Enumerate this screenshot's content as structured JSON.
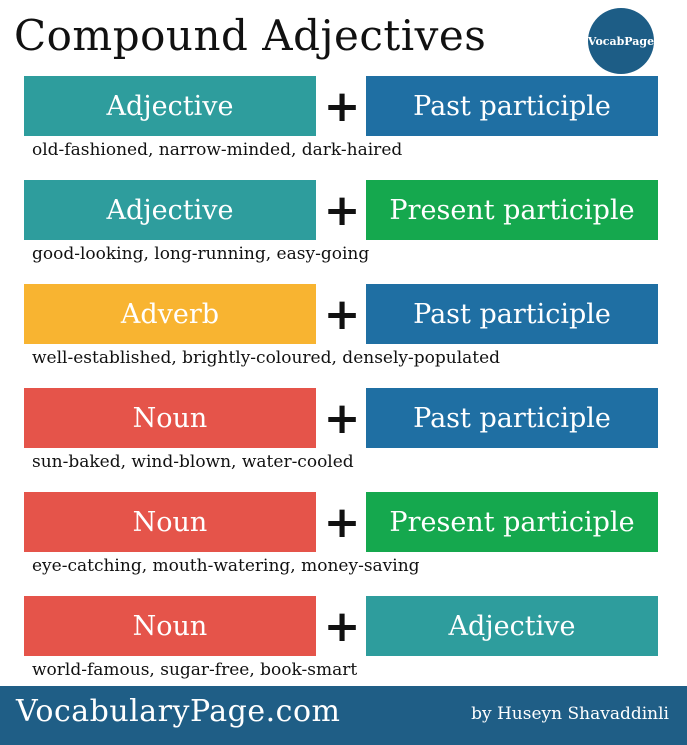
{
  "title": "Compound Adjectives",
  "logo_text": "VocabPage",
  "rows": [
    {
      "left": "Adjective",
      "left_color": "#2e9d9d",
      "plus": "+",
      "right": "Past participle",
      "right_color": "#1f6fa3",
      "examples": "old-fashioned, narrow-minded, dark-haired"
    },
    {
      "left": "Adjective",
      "left_color": "#2e9d9d",
      "plus": "+",
      "right": "Present participle",
      "right_color": "#15a84e",
      "examples": "good-looking, long-running, easy-going"
    },
    {
      "left": "Adverb",
      "left_color": "#f8b431",
      "plus": "+",
      "right": "Past participle",
      "right_color": "#1f6fa3",
      "examples": "well-established, brightly-coloured, densely-populated"
    },
    {
      "left": "Noun",
      "left_color": "#e5544a",
      "plus": "+",
      "right": "Past participle",
      "right_color": "#1f6fa3",
      "examples": "sun-baked, wind-blown, water-cooled"
    },
    {
      "left": "Noun",
      "left_color": "#e5544a",
      "plus": "+",
      "right": "Present participle",
      "right_color": "#15a84e",
      "examples": "eye-catching, mouth-watering, money-saving"
    },
    {
      "left": "Noun",
      "left_color": "#e5544a",
      "plus": "+",
      "right": "Adjective",
      "right_color": "#2e9d9d",
      "examples": "world-famous, sugar-free, book-smart"
    }
  ],
  "footer": {
    "site": "VocabularyPage.com",
    "author": "by Huseyn Shavaddinli",
    "color": "#1f5e86"
  }
}
